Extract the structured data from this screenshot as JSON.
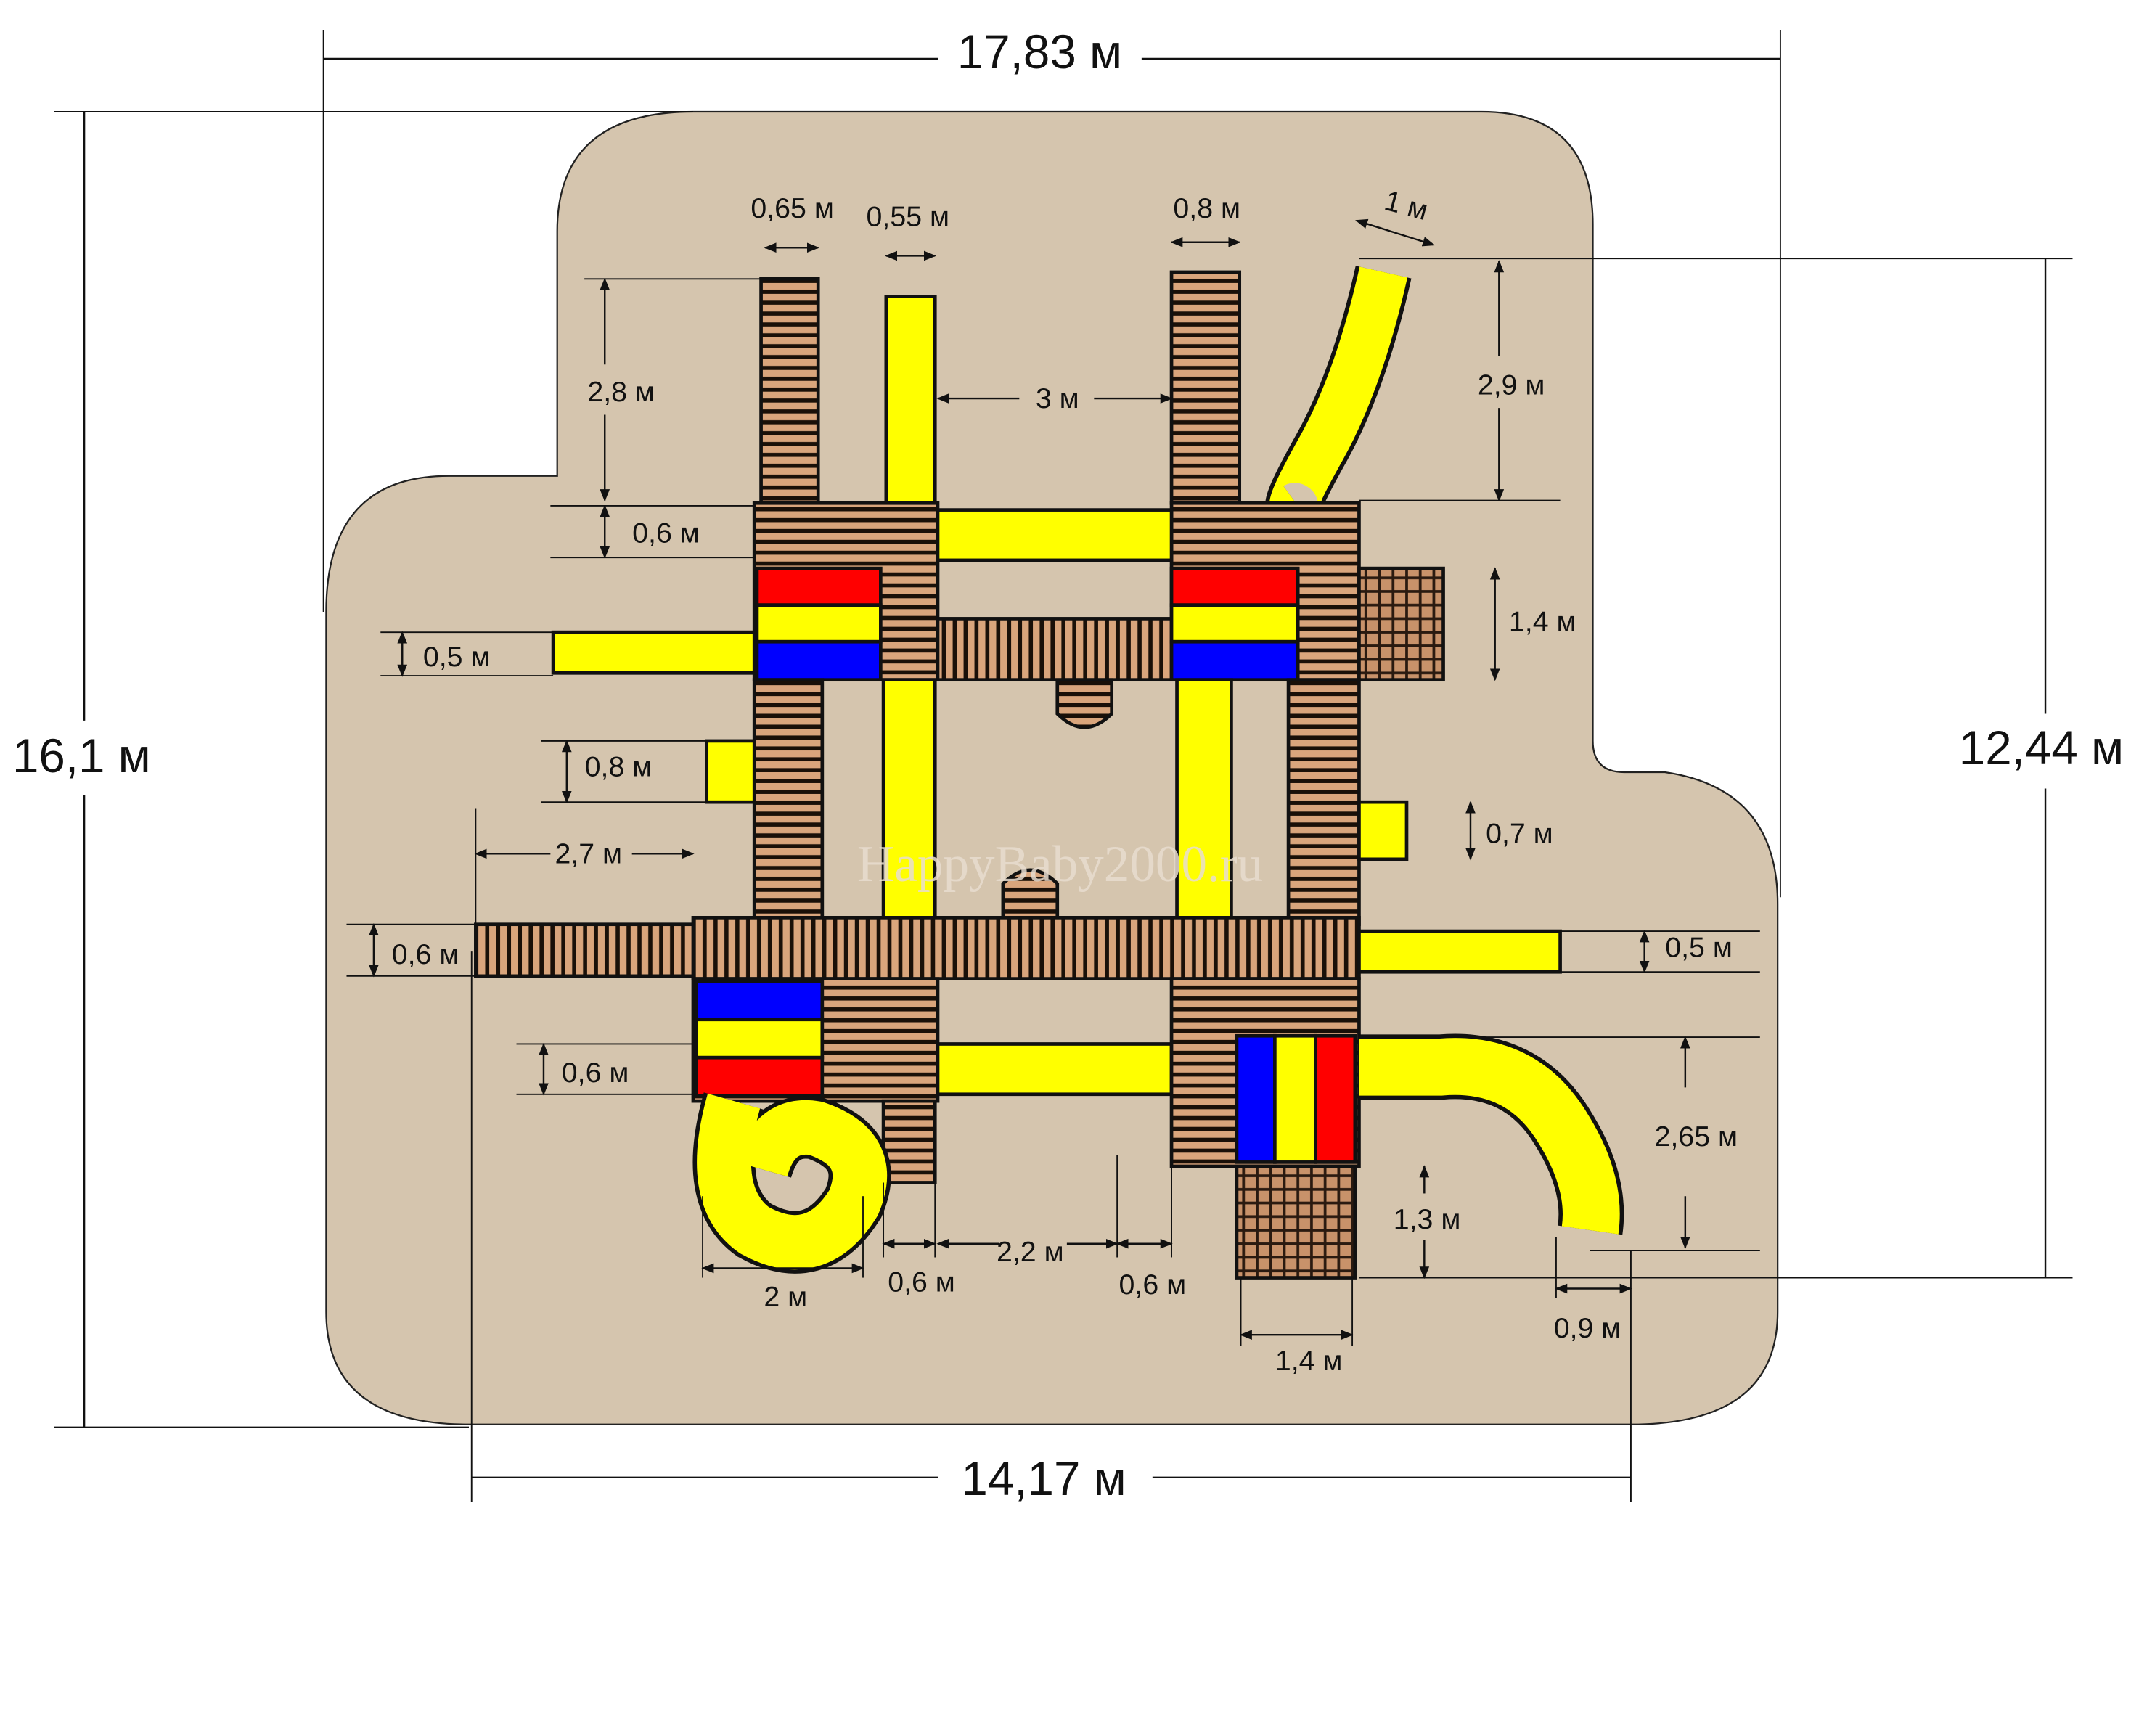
{
  "watermark": "HappyBaby2000.ru",
  "colors": {
    "ground": "#D5C5AE",
    "wood": "#C8926A",
    "slide": "#FFFF00",
    "red": "#FF0000",
    "blue": "#0000FF"
  },
  "overall": {
    "width_top": "17,83 м",
    "height_left": "16,1 м",
    "height_right": "12,44 м",
    "width_bottom": "14,17 м"
  },
  "dimensions": {
    "ladder_left_width": "0,65 м",
    "slide_top_width": "0,55 м",
    "ladder_right_width": "0,8 м",
    "tube_top_width": "1 м",
    "ladder_left_length": "2,8 м",
    "top_gap": "3 м",
    "tube_top_length": "2,9 м",
    "deck_offset_top": "0,6 м",
    "net_length": "1,4 м",
    "slide_left_width": "0,5 м",
    "tube_small_left": "0,8 м",
    "tube_small_right": "0,7 м",
    "bridge_left_length": "2,7 м",
    "bridge_left_width": "0,6 м",
    "slide_right_width": "0,5 м",
    "bottom_left_offset": "0,6 м",
    "curved_slide_length": "2,65 м",
    "ramp_length": "1,3 м",
    "spiral_width": "2 м",
    "stairs_width": "0,6 м",
    "bottom_gap": "2,2 м",
    "bottom_right_offset": "0,6 м",
    "curved_slide_exit": "0,9 м",
    "ramp_width": "1,4 м"
  }
}
